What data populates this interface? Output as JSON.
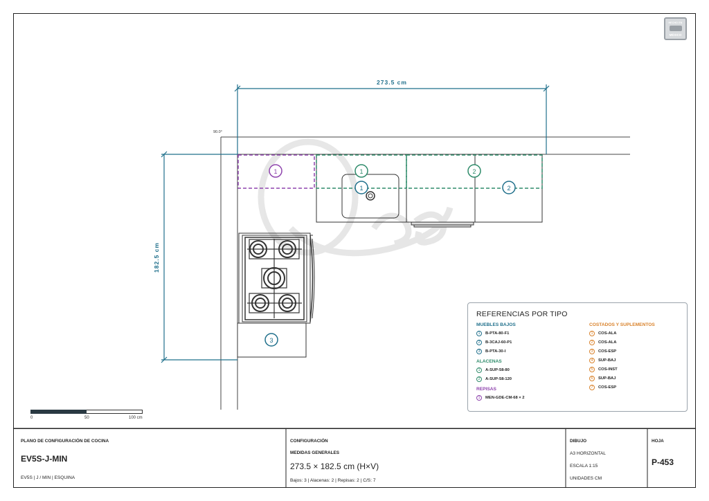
{
  "plan": {
    "angle_label": "90.0°",
    "dim_horizontal": "273.5 cm",
    "dim_vertical": "182.5 cm",
    "markers": {
      "repisa_1": "1",
      "alacena_1": "1",
      "bajo_1": "1",
      "alacena_2": "2",
      "bajo_2": "2",
      "bajo_3": "3"
    },
    "colors": {
      "muebles_bajos": "#1f6f8b",
      "alacenas": "#2e8b6a",
      "repisas": "#8e44ad",
      "costados": "#d9822b"
    }
  },
  "badge": {
    "line1": "HECHO EN",
    "line2": "MÉXICO"
  },
  "scale": {
    "labels": [
      "0",
      "50",
      "100 cm"
    ]
  },
  "legend": {
    "title": "REFERENCIAS POR TIPO",
    "groups": {
      "bajos": {
        "title": "MUEBLES BAJOS",
        "items": [
          {
            "n": "1",
            "code": "B-PTA-80-F1"
          },
          {
            "n": "2",
            "code": "B-3CAJ-60-P1"
          },
          {
            "n": "3",
            "code": "B-PTA-30-I"
          }
        ]
      },
      "alacenas": {
        "title": "ALACENAS",
        "items": [
          {
            "n": "1",
            "code": "A-SUP-58-80"
          },
          {
            "n": "2",
            "code": "A-SUP-58-120"
          }
        ]
      },
      "repisas": {
        "title": "REPISAS",
        "items": [
          {
            "n": "1",
            "code": "MEN-GDE-CM-68 × 2"
          }
        ]
      },
      "costados": {
        "title": "COSTADOS Y SUPLEMENTOS",
        "items": [
          {
            "n": "1",
            "code": "COS-ALA"
          },
          {
            "n": "2",
            "code": "COS-ALA"
          },
          {
            "n": "3",
            "code": "COS-ESP"
          },
          {
            "n": "4",
            "code": "SUP-BAJ"
          },
          {
            "n": "5",
            "code": "COS-INST"
          },
          {
            "n": "6",
            "code": "SUP-BAJ"
          },
          {
            "n": "7",
            "code": "COS-ESP"
          }
        ]
      }
    }
  },
  "title_block": {
    "plan_label": "PLANO DE CONFIGURACIÓN DE COCINA",
    "model": "EV5S-J-MIN",
    "model_sub": "EV5S | J / MIN | ESQUINA",
    "config_label": "CONFIGURACIÓN",
    "medidas_label": "MEDIDAS GENERALES",
    "medidas_value": "273.5 × 182.5 cm (H×V)",
    "config_sub": "Bajos: 3 | Alacenas: 2 | Repisas: 2 | C/S: 7",
    "dibujo_label": "DIBUJO",
    "dibujo_format": "A3 HORIZONTAL",
    "dibujo_scale": "ESCALA 1:15",
    "dibujo_units": "UNIDADES CM",
    "hoja_label": "HOJA",
    "hoja_value": "P-453"
  }
}
